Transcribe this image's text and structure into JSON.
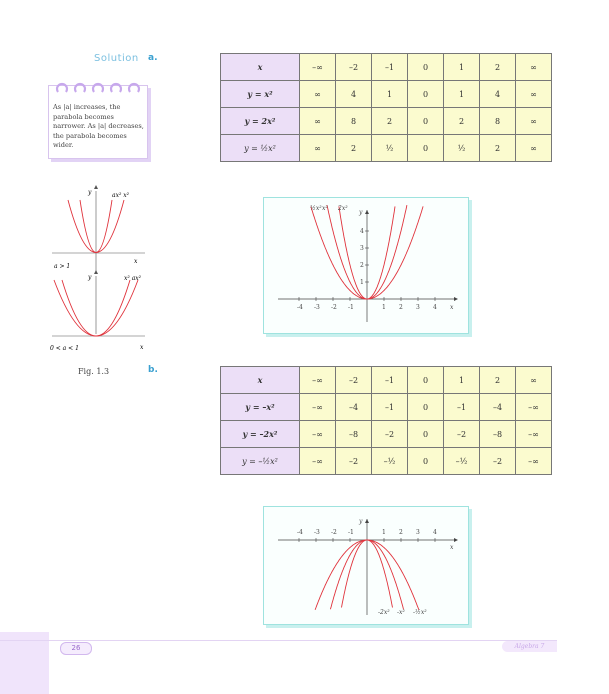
{
  "solution_label": "Solution",
  "part_a": "a.",
  "part_b": "b.",
  "note": "As |a| increases, the parabola becomes narrower. As |a| decreases, the parabola becomes wider.",
  "fig_caption": "Fig. 1.3",
  "fig_small_top": {
    "y_label": "y",
    "x_label": "x",
    "curve_labels": "ax² x²",
    "cond": "a > 1"
  },
  "fig_small_bottom": {
    "y_label": "y",
    "x_label": "x",
    "curve_labels": "x² ax²",
    "cond": "0 < a < 1"
  },
  "table_a": {
    "header": [
      "x",
      "–∞",
      "–2",
      "–1",
      "0",
      "1",
      "2",
      "∞"
    ],
    "rows": [
      {
        "label": "y = x²",
        "cells": [
          "∞",
          "4",
          "1",
          "0",
          "1",
          "4",
          "∞"
        ]
      },
      {
        "label": "y = 2x²",
        "cells": [
          "∞",
          "8",
          "2",
          "0",
          "2",
          "8",
          "∞"
        ]
      },
      {
        "label": "y = ½x²",
        "cells": [
          "∞",
          "2",
          "½",
          "0",
          "½",
          "2",
          "∞"
        ]
      }
    ]
  },
  "table_b": {
    "header": [
      "x",
      "–∞",
      "–2",
      "–1",
      "0",
      "1",
      "2",
      "∞"
    ],
    "rows": [
      {
        "label": "y = –x²",
        "cells": [
          "–∞",
          "–4",
          "–1",
          "0",
          "–1",
          "–4",
          "–∞"
        ]
      },
      {
        "label": "y = –2x²",
        "cells": [
          "–∞",
          "–8",
          "–2",
          "0",
          "–2",
          "–8",
          "–∞"
        ]
      },
      {
        "label": "y = –½x²",
        "cells": [
          "–∞",
          "–2",
          "–½",
          "0",
          "–½",
          "–2",
          "–∞"
        ]
      }
    ]
  },
  "graph_a": {
    "y_label": "y",
    "x_label": "x",
    "x_ticks": [
      "-4",
      "-3",
      "-2",
      "-1",
      "1",
      "2",
      "3",
      "4"
    ],
    "y_ticks": [
      "1",
      "2",
      "3",
      "4"
    ],
    "curve_labels": [
      "½x²",
      "x²",
      "2x²"
    ]
  },
  "graph_b": {
    "y_label": "y",
    "x_label": "x",
    "x_ticks": [
      "-4",
      "-3",
      "-2",
      "-1",
      "1",
      "2",
      "3",
      "4"
    ],
    "curve_labels": [
      "-2x²",
      "-x²",
      "-½x²"
    ]
  },
  "page_number": "26",
  "book_title": "Algebra 7"
}
